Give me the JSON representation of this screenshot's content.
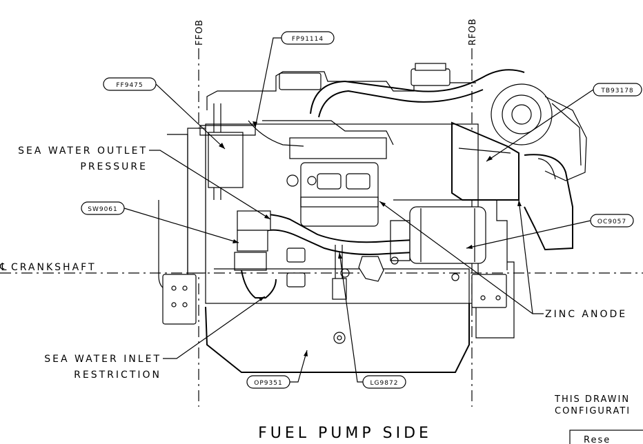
{
  "reference_lines": {
    "front": "FFOB",
    "rear": "RFOB",
    "crankshaft": "CRANKSHAFT"
  },
  "callouts": {
    "fp": "FP91114",
    "ff": "FF9475",
    "tb": "TB93178",
    "sw": "SW9061",
    "oc": "OC9057",
    "op": "OP9351",
    "lg": "LG9872"
  },
  "labels": {
    "sea_water_outlet_1": "SEA WATER OUTLET",
    "sea_water_outlet_2": "PRESSURE",
    "sea_water_inlet_1": "SEA WATER INLET",
    "sea_water_inlet_2": "RESTRICTION",
    "zinc_anode": "ZINC ANODE"
  },
  "view_title": "FUEL PUMP SIDE",
  "note": {
    "line1": "THIS DRAWIN",
    "line2": "CONFIGURATI",
    "box": "Rese"
  }
}
